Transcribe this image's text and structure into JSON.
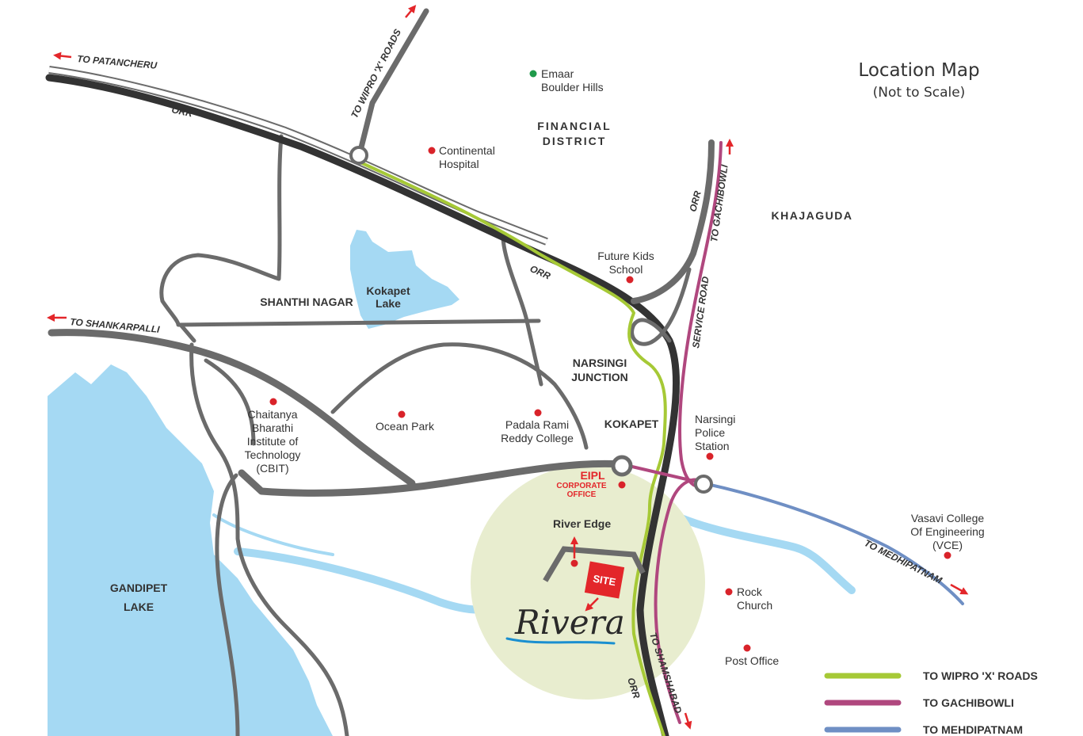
{
  "title": {
    "main": "Location Map",
    "sub": "(Not to Scale)"
  },
  "colors": {
    "water": "#a5d9f3",
    "road": "#6b6b6b",
    "orr": "#333333",
    "wipro_route": "#a6c936",
    "gachibowli_route": "#b0477e",
    "mehdipatnam_route": "#6f8fc4",
    "site_circle": "#e8edcf",
    "accent_red": "#e3262a",
    "poi_dot": "#d9232a",
    "poi_green": "#1f9a4a"
  },
  "directions": {
    "patancheru": "TO PATANCHERU",
    "wipro": "TO WIPRO 'X' ROADS",
    "shankarpalli": "TO SHANKARPALLI",
    "gachibowli": "TO GACHIBOWLI",
    "mehdipatnam": "TO MEDHIPATNAM",
    "shamshabad": "TO SHAMSHABAD"
  },
  "roads": {
    "orr": "ORR",
    "service_road": "SERVICE ROAD"
  },
  "areas": {
    "financial_district": [
      "FINANCIAL",
      "DISTRICT"
    ],
    "khajaguda": "KHAJAGUDA",
    "shanthi_nagar": "SHANTHI NAGAR",
    "narsingi_junction": [
      "NARSINGI",
      "JUNCTION"
    ],
    "kokapet": "KOKAPET",
    "gandipet": [
      "GANDIPET",
      "LAKE"
    ],
    "kokapet_lake": [
      "Kokapet",
      "Lake"
    ]
  },
  "pois": {
    "emaar": [
      "Emaar",
      "Boulder Hills"
    ],
    "continental": [
      "Continental",
      "Hospital"
    ],
    "future_kids": [
      "Future Kids",
      "School"
    ],
    "cbit": [
      "Chaitanya",
      "Bharathi",
      "Institute of",
      "Technology",
      "(CBIT)"
    ],
    "ocean_park": "Ocean Park",
    "padala": [
      "Padala Rami",
      "Reddy College"
    ],
    "narsingi_police": [
      "Narsingi",
      "Police",
      "Station"
    ],
    "vasavi": [
      "Vasavi College",
      "Of Engineering",
      "(VCE)"
    ],
    "rock_church": [
      "Rock",
      "Church"
    ],
    "post_office": "Post Office",
    "river_edge": "River Edge"
  },
  "eipl": {
    "name": "EIPL",
    "line1": "CORPORATE",
    "line2": "OFFICE"
  },
  "site": {
    "label": "SITE",
    "brand": "Rivera"
  },
  "legend": [
    {
      "label": "TO WIPRO 'X' ROADS",
      "color": "#a6c936"
    },
    {
      "label": "TO GACHIBOWLI",
      "color": "#b0477e"
    },
    {
      "label": "TO MEHDIPATNAM",
      "color": "#6f8fc4"
    }
  ]
}
